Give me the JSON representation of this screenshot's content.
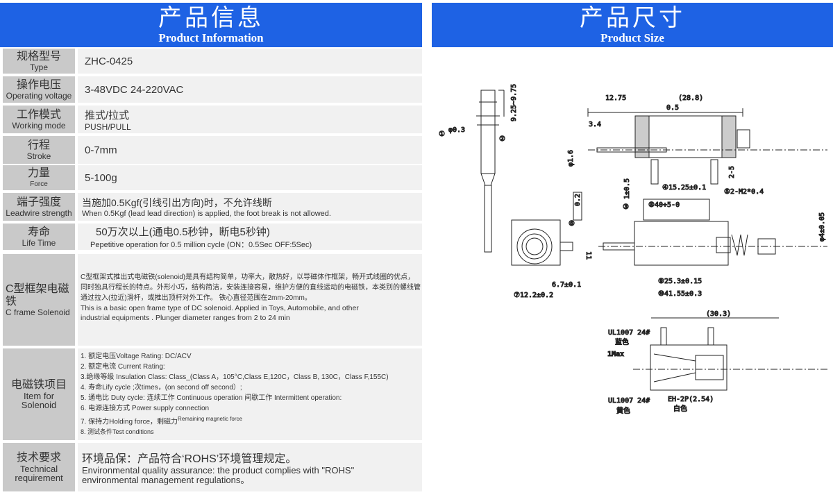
{
  "left_header": {
    "cn": "产品信息",
    "en": "Product Information"
  },
  "right_header": {
    "cn": "产品尺寸",
    "en": "Product Size"
  },
  "rows": [
    {
      "cn": "规格型号",
      "en": "Type",
      "value": "ZHC-0425"
    },
    {
      "cn": "操作电压",
      "en": "Operating voltage",
      "value": "3-48VDC 24-220VAC"
    },
    {
      "cn": "工作模式",
      "en": "Working mode",
      "value": "推式/拉式",
      "value_en": "PUSH/PULL"
    },
    {
      "cn": "行程",
      "en": "Stroke",
      "value": "0-7mm"
    },
    {
      "cn": "力量",
      "en": "Force",
      "value": "5-100g"
    },
    {
      "cn": "端子强度",
      "en": "Leadwire strength",
      "value": "当施加0.5Kgf(引线引出方向)时，不允许线断",
      "value_en": "When 0.5Kgf (lead lead direction) is applied, the foot break is not allowed."
    },
    {
      "cn": "寿命",
      "en": "Life Time",
      "value": "50万次以上(通电0.5秒钟，断电5秒钟)",
      "value_en": "Pepetitive operation for  0.5 million cycle (ON：0.5Sec OFF:5Sec)"
    },
    {
      "cn": "C型框架电磁铁",
      "en": "C frame Solenoid",
      "lines": [
        "C型框架式推出式电磁铁(solenoid)是具有结构简单，功率大，散热好，以导磁体作框架，畅开式线圈的优点，",
        "同时独具行程长的特点。外形小巧，结构简洁，安装连接容易，维护方便的直线运动的电磁铁，本类别的螺线管",
        "通过拉入(拉近)滑杆，或推出顶杆对外工作。 铁心直径范围在2mm-20mm。"
      ],
      "lines_en": [
        "This is a basic open frame type of DC solenoid. Applied in Toys, Automobile, and other",
        "industrial equipments . Plunger diameter ranges from 2 to 24 min"
      ]
    },
    {
      "cn": "电磁铁项目",
      "en": "Item for Solenoid",
      "items": [
        "1. 额定电压Voltage Rating: DC/ACV",
        "2. 额定电流  Current Rating:",
        "3.绝缘等级 Insulation Class: Class_(Class A，105°C,Class E,120C，Class B, 130C，Class F,155C)",
        "4. 寿命Lify cycle ;次times，(on second off  second）;",
        "5. 通电比  Duty cycle: 连续工作 Continuous operation 间歇工作 Intermittent operation:",
        "6. 电源连接方式 Power supply connection",
        "7. 保持力Holding force，剩磁力",
        "8. 测试条件Test conditions"
      ],
      "item7_sup": "Remaining magnetic force"
    },
    {
      "cn": "技术要求",
      "en": "Technical requirement",
      "value": "环境品保：产品符合‘ROHS’环境管理规定。",
      "value_en": "Environmental quality assurance: the product complies with \"ROHS\" environmental management regulations。"
    }
  ],
  "drawing": {
    "dims": [
      "12.75",
      "(28.8)",
      "0.5",
      "3.4",
      "φ1.6",
      "9.25~9.75",
      "φ0.3",
      "①",
      "②",
      "③",
      "1±0.5",
      "④15.25±0.1",
      "⑤2-M2*0.4",
      "2-5",
      "⑥",
      "0.2",
      "⑦12.2±0.2",
      "6.7±0.1",
      "11",
      "⑧40+5-0",
      "⑨25.3±0.15",
      "⑩41.55±0.3",
      "φ4±0.05",
      "(30.3)",
      "1Max"
    ],
    "labels": [
      "UL1007 24#",
      "蓝色",
      "UL1007 24#",
      "黄色",
      "EH-2P(2.54)",
      "白色"
    ]
  }
}
